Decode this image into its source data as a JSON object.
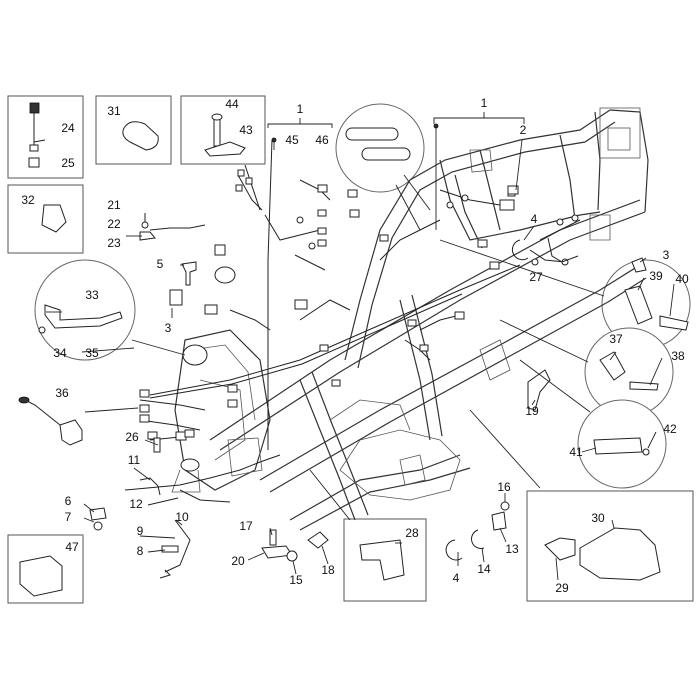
{
  "callouts": {
    "c1a": "1",
    "c45": "45",
    "c46": "46",
    "c1b": "1",
    "c2": "2",
    "c3a": "3",
    "c3b": "3",
    "c4a": "4",
    "c4b": "4",
    "c5": "5",
    "c6": "6",
    "c7": "7",
    "c8": "8",
    "c9": "9",
    "c10": "10",
    "c11": "11",
    "c12": "12",
    "c13": "13",
    "c14": "14",
    "c15": "15",
    "c16": "16",
    "c17": "17",
    "c18": "18",
    "c19": "19",
    "c20": "20",
    "c21": "21",
    "c22": "22",
    "c23": "23",
    "c24": "24",
    "c25": "25",
    "c26": "26",
    "c27": "27",
    "c28": "28",
    "c29": "29",
    "c30": "30",
    "c31": "31",
    "c32": "32",
    "c33": "33",
    "c34": "34",
    "c35": "35",
    "c36": "36",
    "c37": "37",
    "c38": "38",
    "c39": "39",
    "c40": "40",
    "c41": "41",
    "c42": "42",
    "c43": "43",
    "c44": "44",
    "c47": "47"
  }
}
